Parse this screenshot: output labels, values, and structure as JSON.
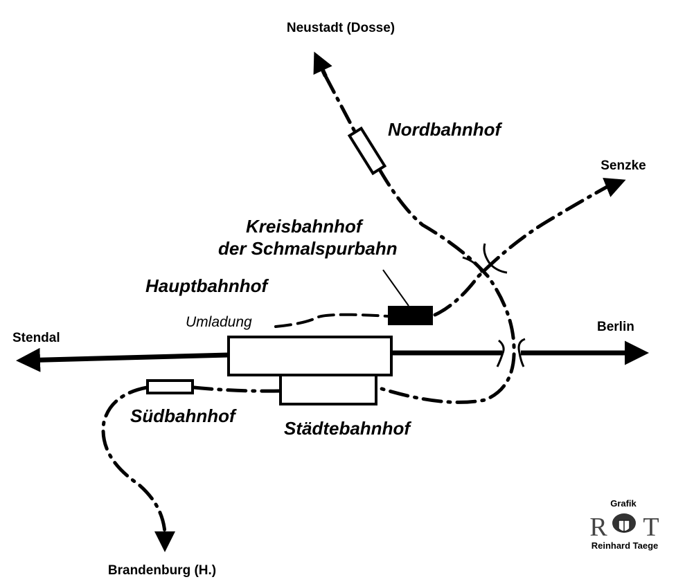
{
  "destinations": {
    "north": "Neustadt (Dosse)",
    "northeast": "Senzke",
    "west": "Stendal",
    "east": "Berlin",
    "south": "Brandenburg (H.)"
  },
  "stations": {
    "nordbahnhof": "Nordbahnhof",
    "kreisbahnhof_line1": "Kreisbahnhof",
    "kreisbahnhof_line2": "der Schmalspurbahn",
    "hauptbahnhof": "Hauptbahnhof",
    "umladung": "Umladung",
    "suedbahnhof": "Südbahnhof",
    "staedtebahnhof": "Städtebahnhof"
  },
  "credit": {
    "top": "Grafik",
    "logo": "RT",
    "bottom": "Reinhard Taege"
  }
}
